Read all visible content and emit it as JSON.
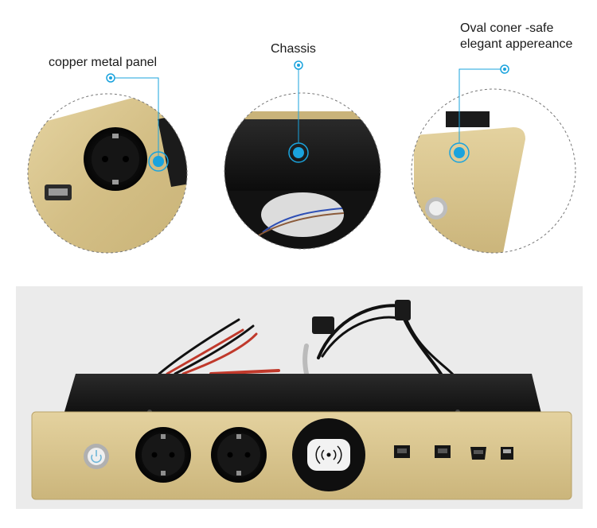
{
  "callouts": {
    "left": {
      "text": "copper metal panel"
    },
    "middle": {
      "text": "Chassis"
    },
    "right": {
      "line1": "Oval coner -safe",
      "line2": "elegant appereance"
    }
  },
  "colors": {
    "callout_accent": "#1aa3dd",
    "gold_panel": "#d8c48e",
    "chassis_black": "#161616",
    "photo_background": "#ebebeb"
  }
}
